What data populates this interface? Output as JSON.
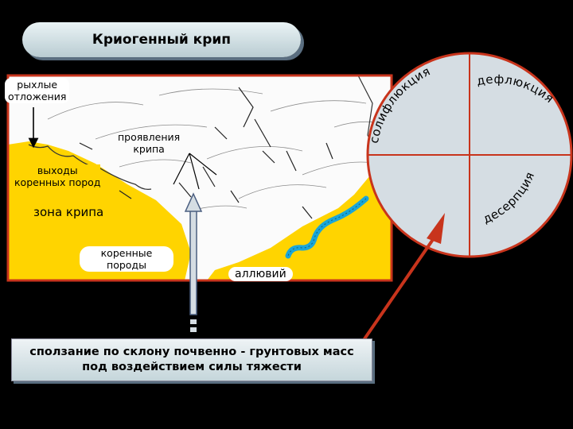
{
  "title": "Криогенный крип",
  "diagram": {
    "labels": {
      "loose_deposits": "рыхлые\nотложения",
      "creep_manifestations": "проявления\nкрипа",
      "bedrock_outcrops": "выходы\nкоренных пород",
      "creep_zone": "зона крипа",
      "bedrock": "коренные\nпороды",
      "alluvium": "аллювий"
    },
    "circle_sectors": [
      "солифлюкция",
      "дефлюкция",
      "десерпция"
    ],
    "description": "сползание по склону почвенно - грунтовых масс\nпод воздействием силы тяжести"
  },
  "colors": {
    "bedrock_yellow": "#ffd400",
    "frame_red": "#c8341c",
    "circle_fill": "#d5dde3",
    "river_blue": "#1aa6d8",
    "pill_shadow": "#5a6e80"
  }
}
